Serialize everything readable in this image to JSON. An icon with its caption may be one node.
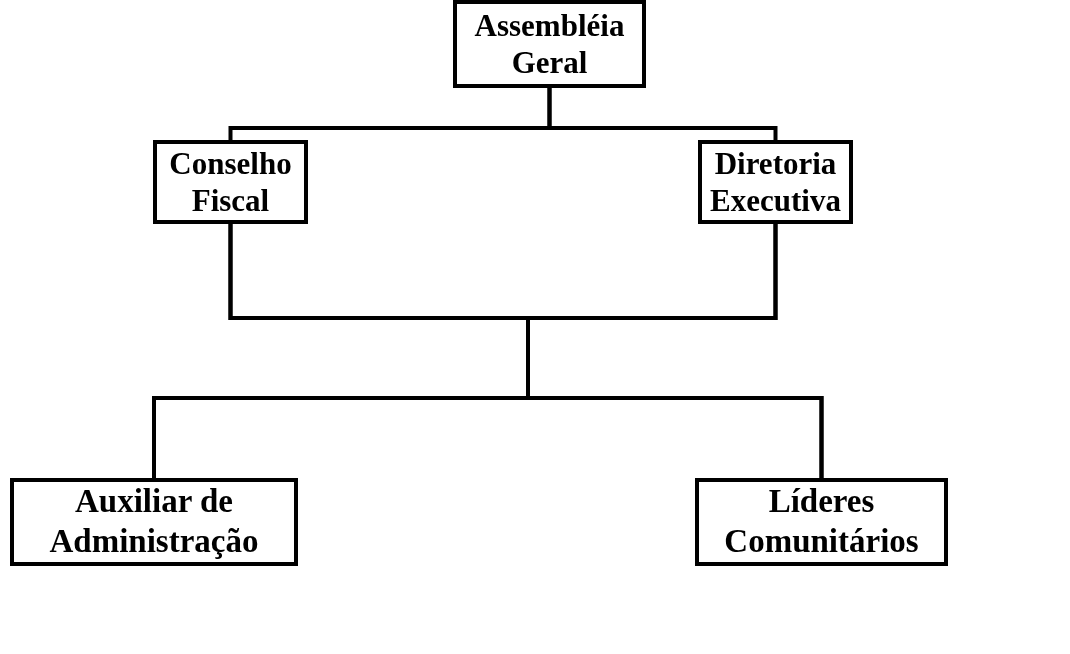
{
  "diagram": {
    "nodes": [
      {
        "text": [
          "Assembléia Geral"
        ]
      },
      {
        "text": [
          "Conselho Fiscal"
        ]
      },
      {
        "text": [
          "Diretoria Executiva"
        ]
      },
      {
        "text": [
          "Auxiliar de Administração"
        ]
      },
      {
        "text": [
          "Líderes Comunitários"
        ]
      }
    ],
    "edges": [
      {
        "from": 0,
        "to": 1,
        "arrow": "none"
      },
      {
        "from": 0,
        "to": 2,
        "arrow": "none"
      },
      {
        "from": 1,
        "to": 3,
        "arrow": "none"
      },
      {
        "from": 1,
        "to": 4,
        "arrow": "none"
      },
      {
        "from": 2,
        "to": 3,
        "arrow": "none"
      },
      {
        "from": 2,
        "to": 4,
        "arrow": "none"
      }
    ]
  }
}
